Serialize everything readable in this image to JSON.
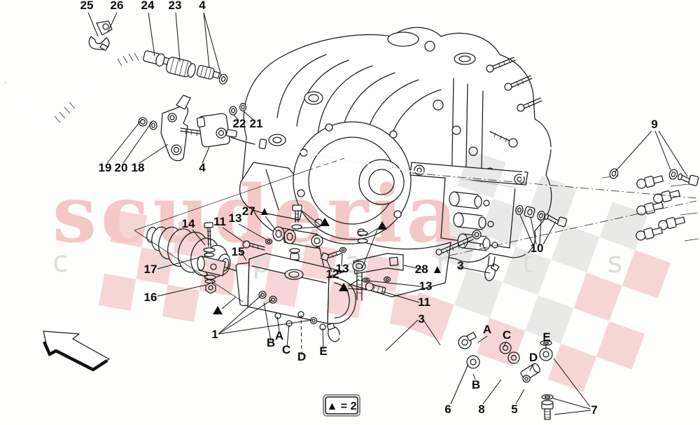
{
  "diagram": {
    "type": "exploded-parts-diagram",
    "subject": "clutch hydraulic control on gearbox",
    "legend": {
      "text": "▲ = 2"
    },
    "watermark": {
      "title": "scuderia",
      "subtitle_word1": "c a r",
      "subtitle_word2": "p a r t s",
      "colors": {
        "title_pink": "#f3c8c8",
        "subtitle_gray": "#dedede",
        "check_pink": "#f6d6d6",
        "check_gray": "#e9e9e9"
      }
    },
    "line_color": "#1c1c1c",
    "background": "#ffffff",
    "triangle_marker_count": 4,
    "labels": [
      {
        "text": "25"
      },
      {
        "text": "26"
      },
      {
        "text": "24"
      },
      {
        "text": "23"
      },
      {
        "text": "4"
      },
      {
        "text": "19"
      },
      {
        "text": "20"
      },
      {
        "text": "18"
      },
      {
        "text": "4"
      },
      {
        "text": "22"
      },
      {
        "text": "21"
      },
      {
        "text": "9"
      },
      {
        "text": "10"
      },
      {
        "text": "14"
      },
      {
        "text": "11"
      },
      {
        "text": "13"
      },
      {
        "text": "27 ▲"
      },
      {
        "text": "15"
      },
      {
        "text": "17"
      },
      {
        "text": "16"
      },
      {
        "text": "12"
      },
      {
        "text": "13"
      },
      {
        "text": "28 ▲"
      },
      {
        "text": "13"
      },
      {
        "text": "11"
      },
      {
        "text": "3"
      },
      {
        "text": "3"
      },
      {
        "text": "1"
      },
      {
        "text": "A"
      },
      {
        "text": "B"
      },
      {
        "text": "C"
      },
      {
        "text": "D"
      },
      {
        "text": "E"
      },
      {
        "text": "A"
      },
      {
        "text": "C"
      },
      {
        "text": "E"
      },
      {
        "text": "D"
      },
      {
        "text": "B"
      },
      {
        "text": "6"
      },
      {
        "text": "8"
      },
      {
        "text": "5"
      },
      {
        "text": "7"
      }
    ]
  }
}
